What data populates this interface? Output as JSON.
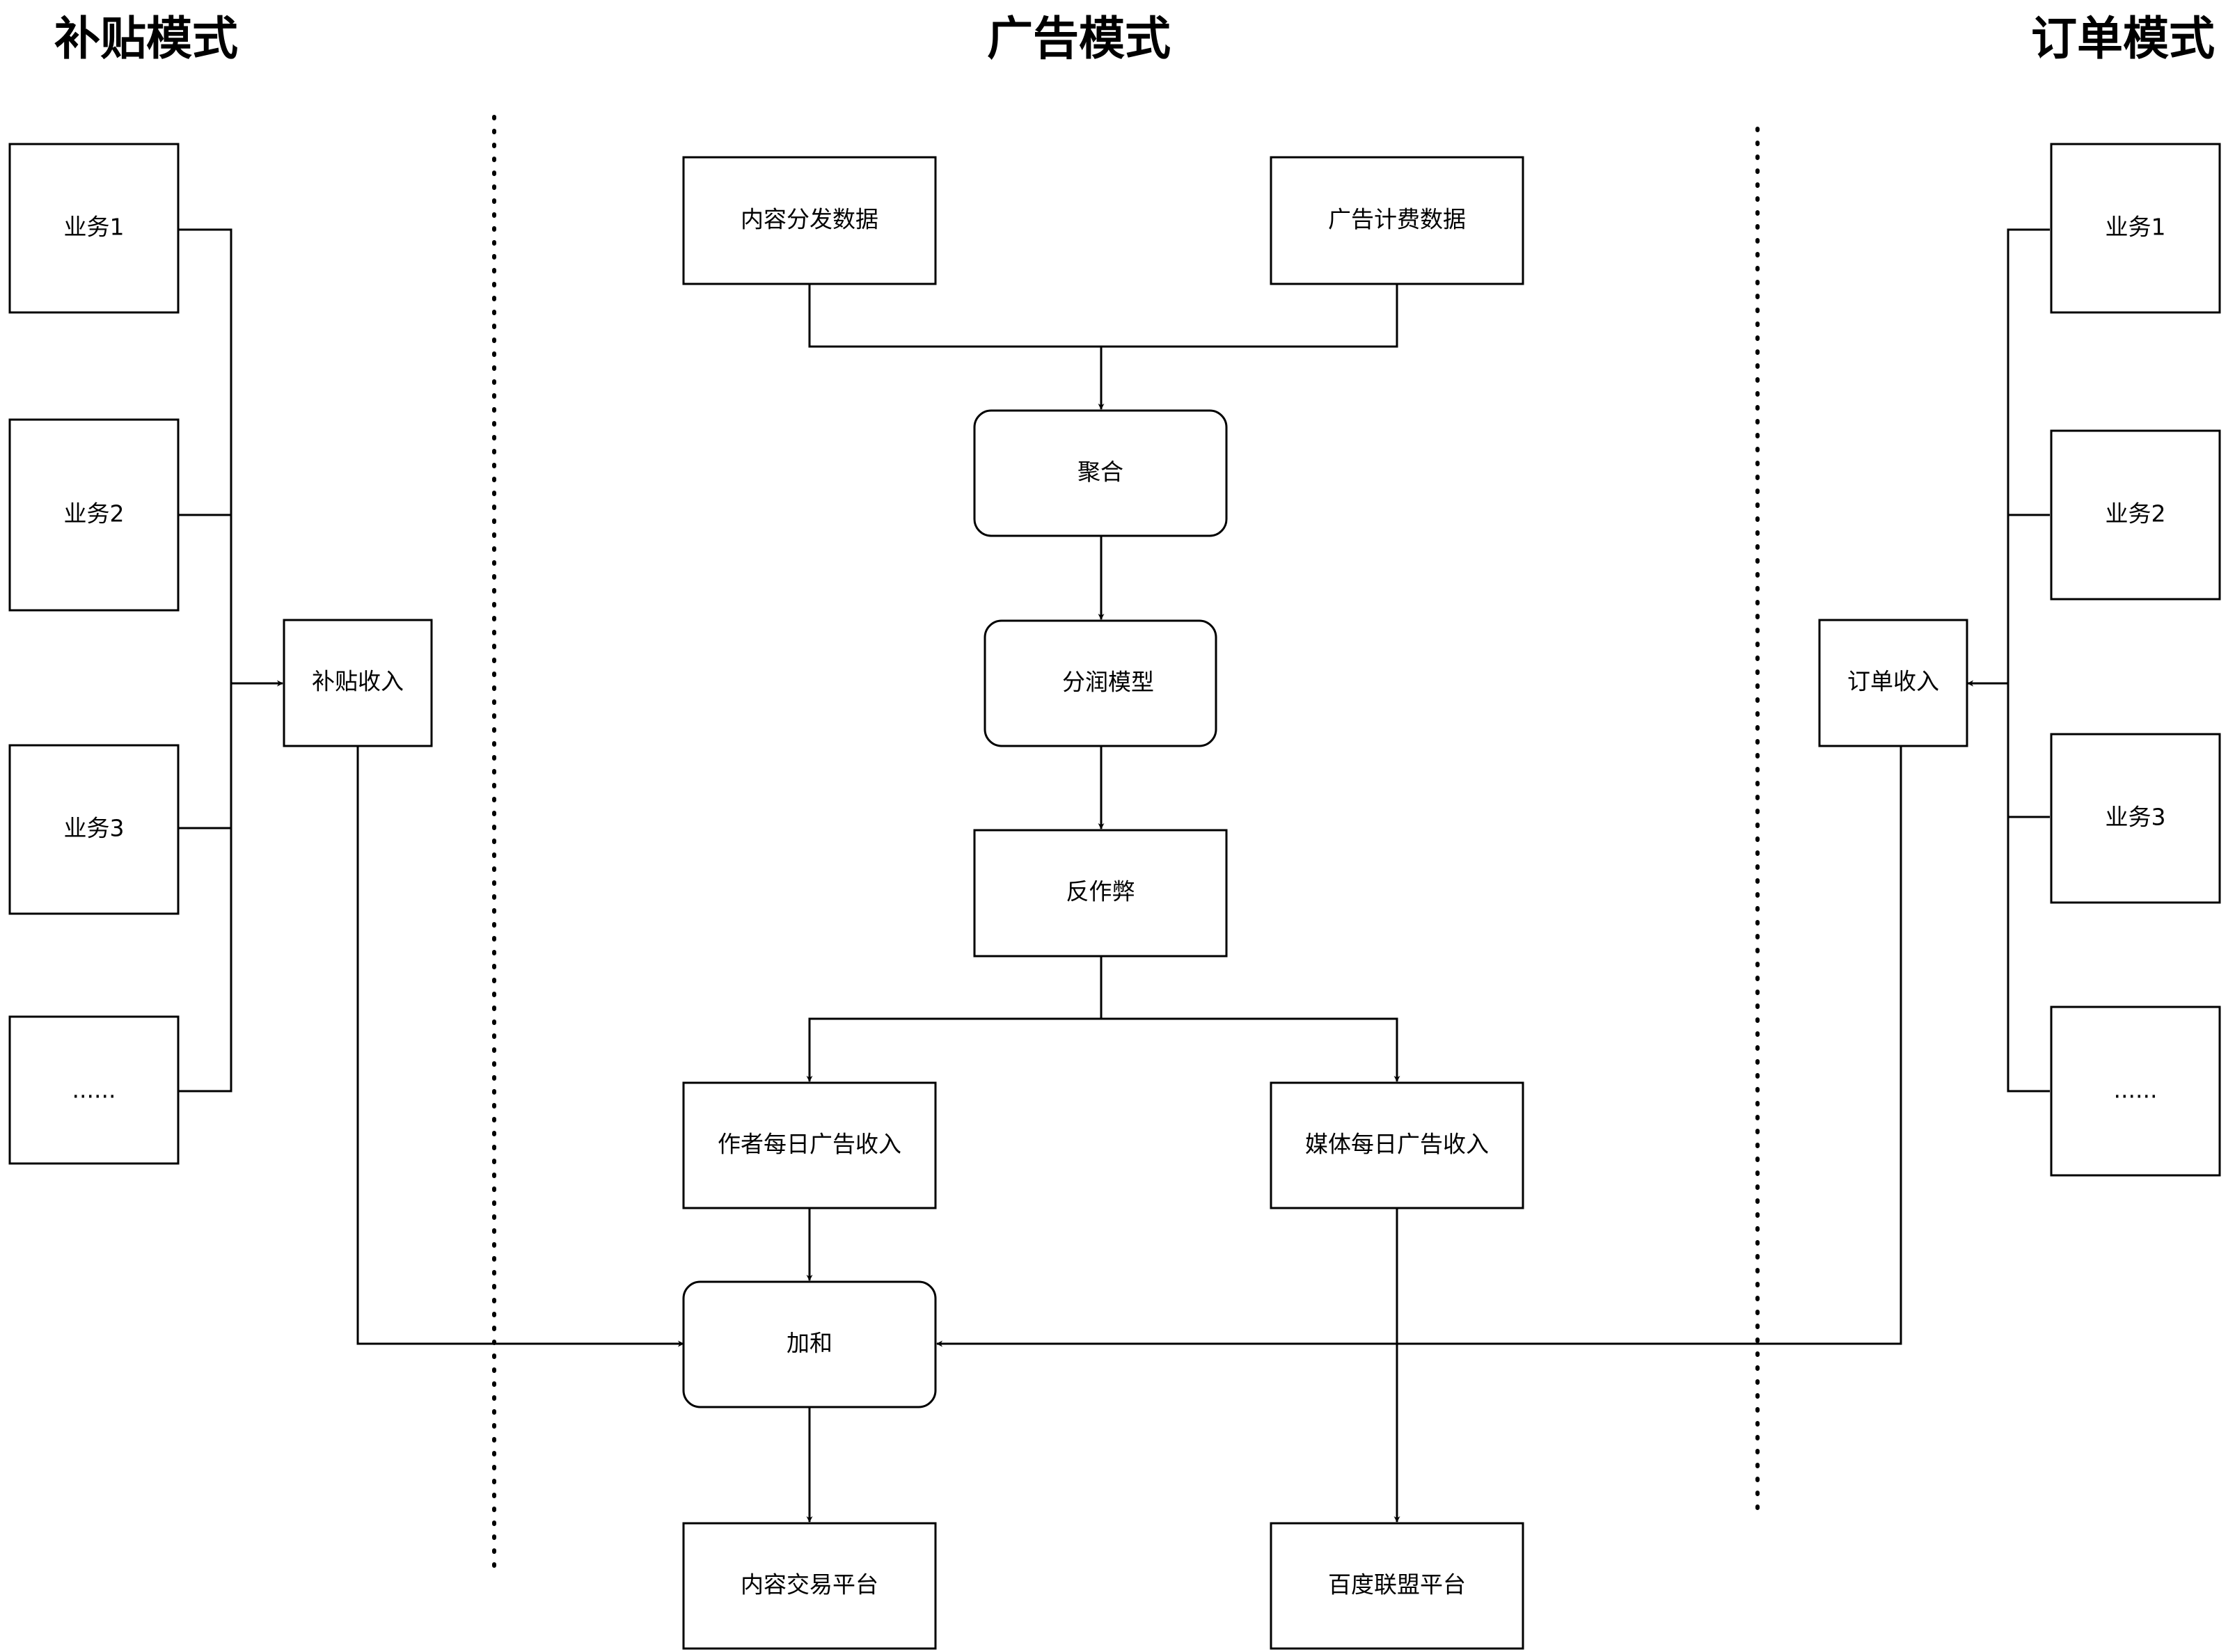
{
  "sections": {
    "subsidy": "补贴模式",
    "advertising": "广告模式",
    "order": "订单模式"
  },
  "subsidy": {
    "items": [
      "业务1",
      "业务2",
      "业务3",
      "......"
    ],
    "income": "补贴收入"
  },
  "advertising": {
    "content_data": "内容分发数据",
    "billing_data": "广告计费数据",
    "aggregate": "聚合",
    "profit_model": "分润模型",
    "anti_fraud": "反作弊",
    "author_income": "作者每日广告收入",
    "media_income": "媒体每日广告收入",
    "sum": "加和",
    "content_platform": "内容交易平台",
    "union_platform": "百度联盟平台"
  },
  "order": {
    "items": [
      "业务1",
      "业务2",
      "业务3",
      "......"
    ],
    "income": "订单收入"
  }
}
